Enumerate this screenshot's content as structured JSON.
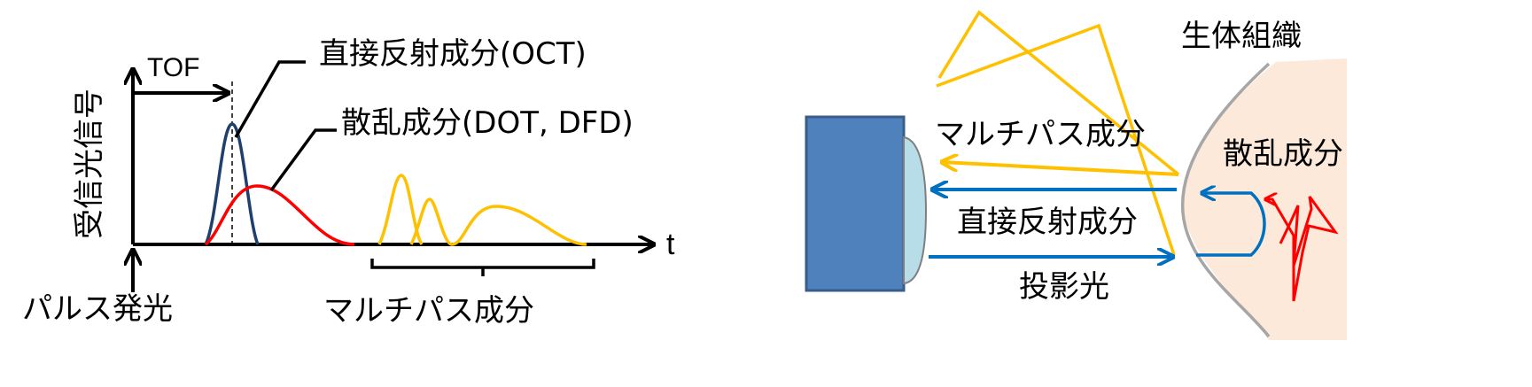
{
  "left_panel": {
    "y_axis_label": "受信光信号",
    "x_axis_label": "t",
    "tof_label": "TOF",
    "direct_label": "直接反射成分(OCT)",
    "scatter_label": "散乱成分(DOT, DFD)",
    "multipath_label": "マルチパス成分",
    "pulse_label": "パルス発光"
  },
  "right_panel": {
    "tissue_label": "生体組織",
    "multipath_label": "マルチパス成分",
    "direct_label": "直接反射成分",
    "projection_label": "投影光",
    "scatter_label": "散乱成分"
  },
  "colors": {
    "direct": "#1f3f6e",
    "scatter": "#ff0000",
    "multipath": "#ffc000",
    "beam": "#0070c0",
    "device": "#4f81bd",
    "lens": "#b7dde8",
    "tissue": "#fde9d9",
    "tissue_edge": "#a6a6a6"
  }
}
